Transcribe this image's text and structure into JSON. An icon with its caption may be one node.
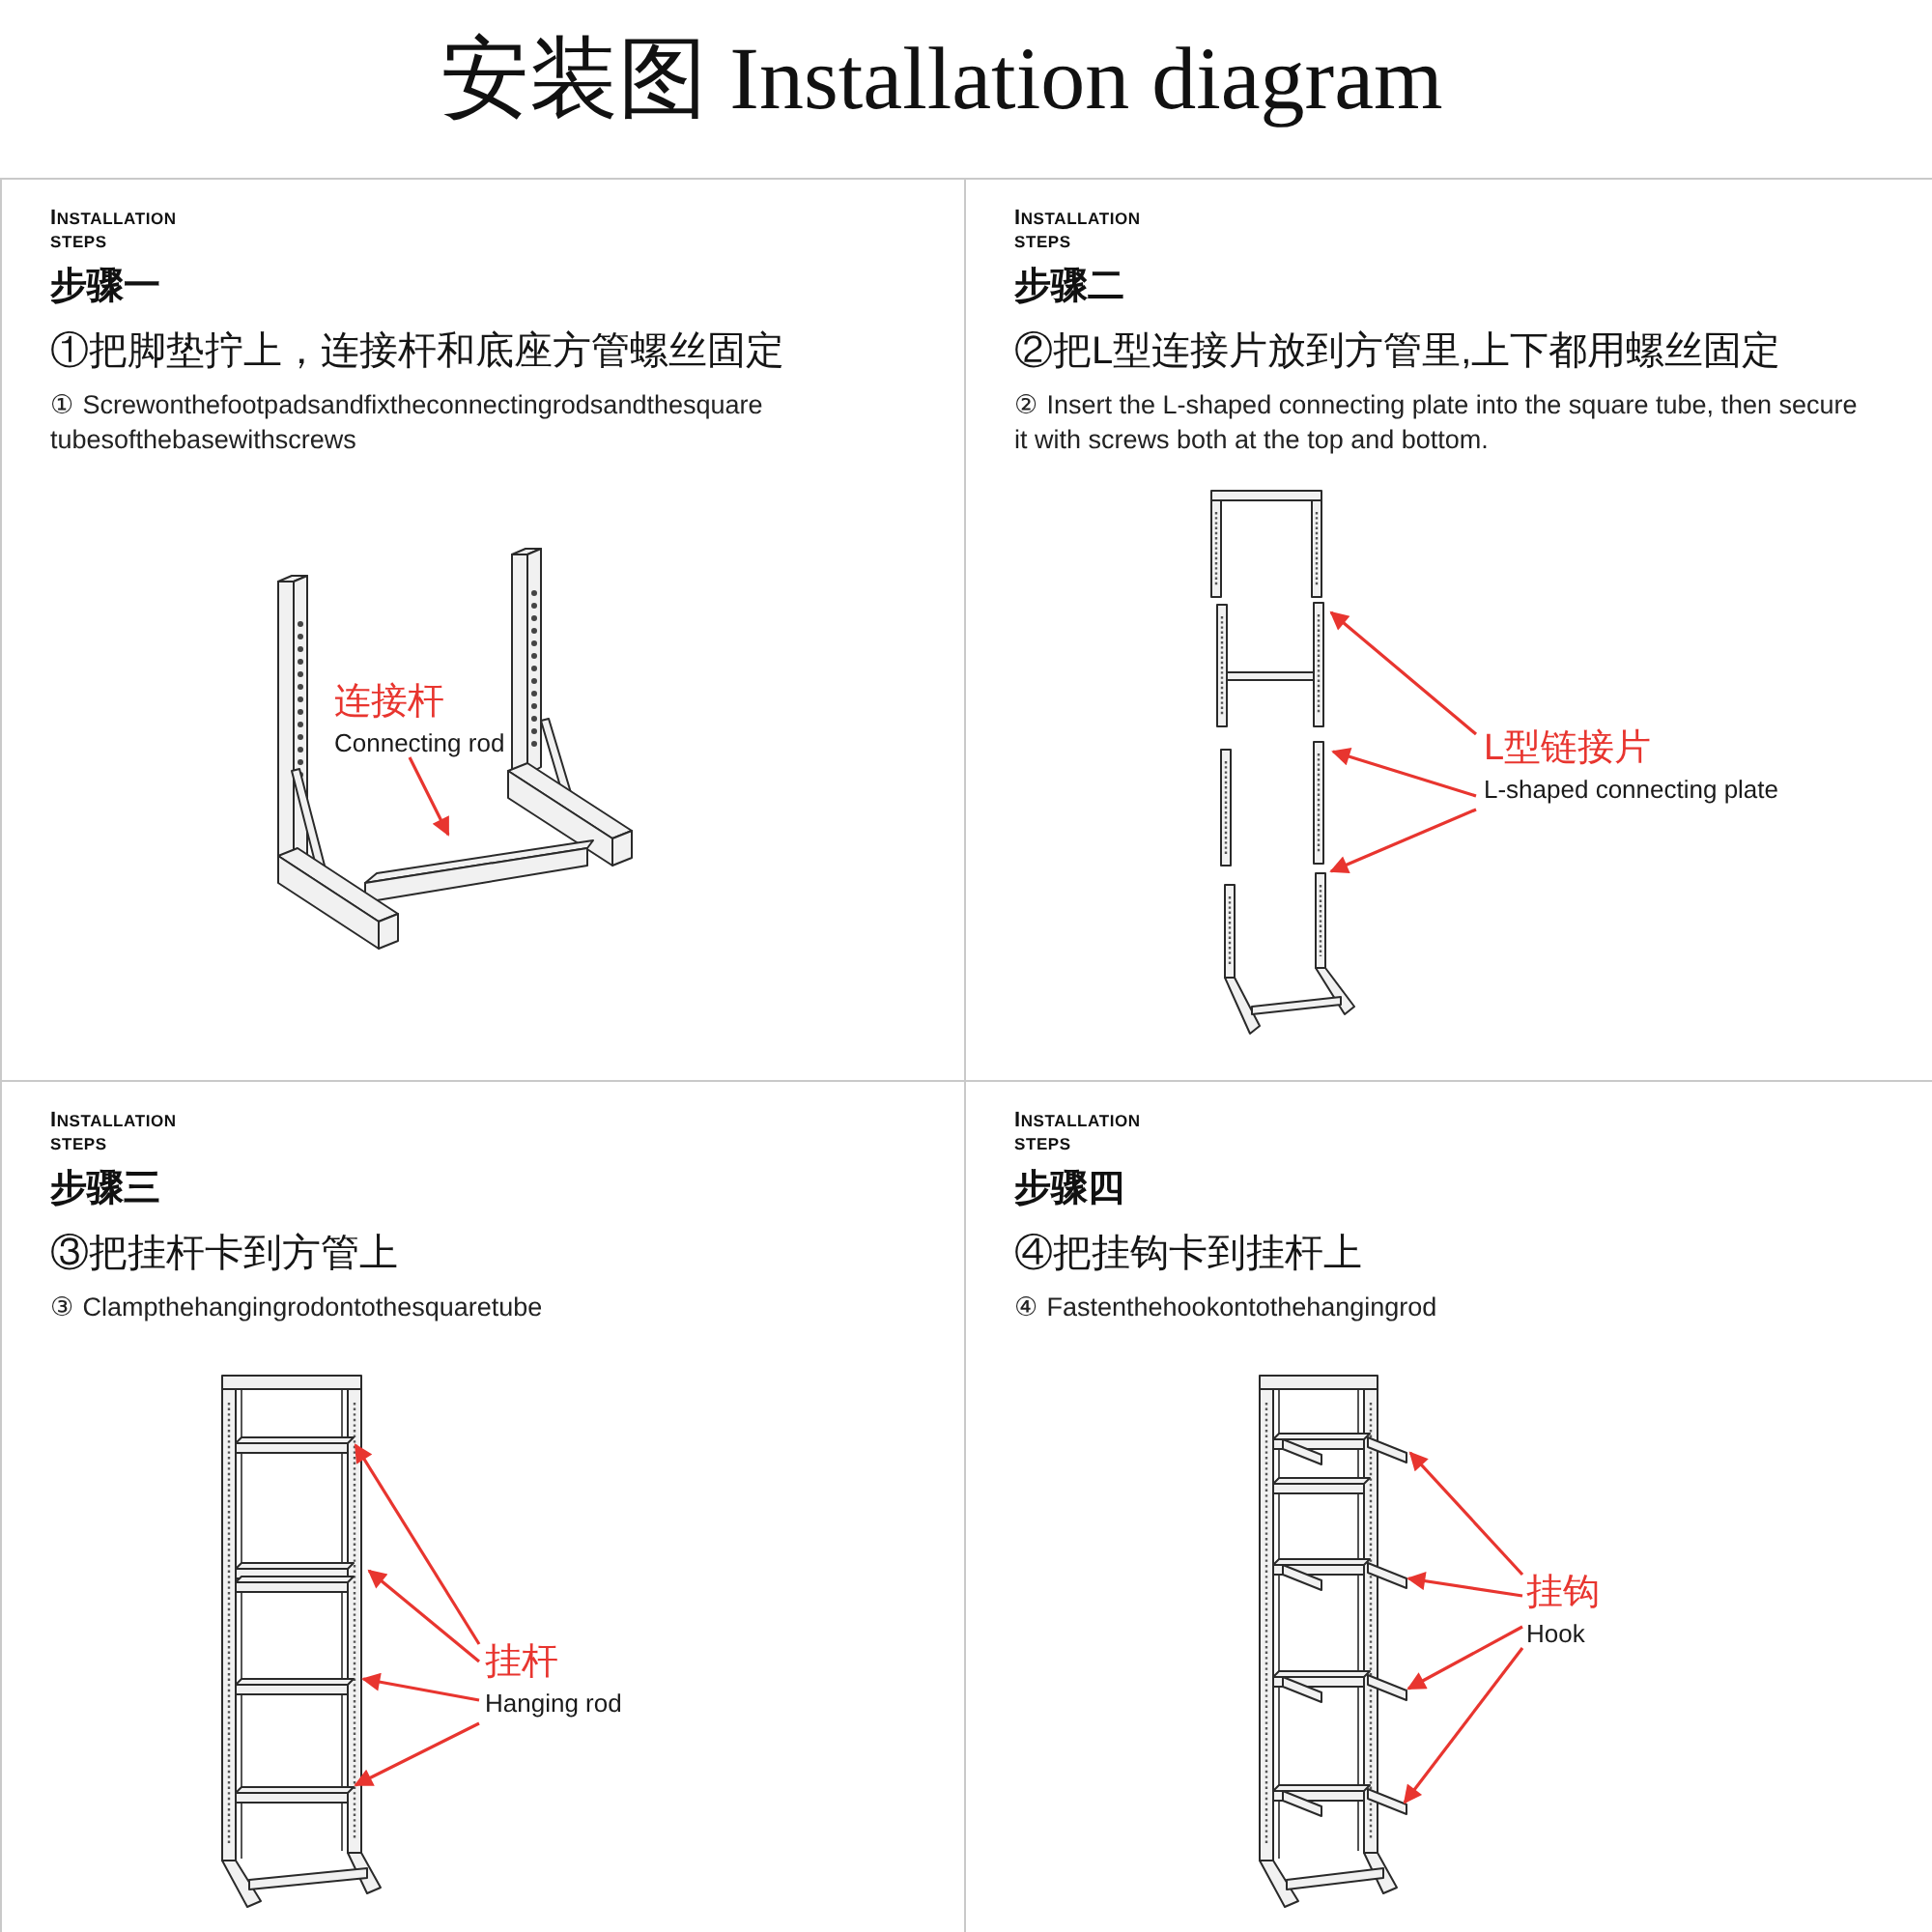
{
  "diagram": {
    "title": "安装图 Installation diagram",
    "nodes": [
      {
        "text": [
          "INSTALLATION STEPS",
          "步骤一",
          "①把脚垫拧上，连接杆和底座方管螺丝固定",
          "① Screwonthefootpadsandfixtheconnectingrodsandthesquare tubesofthebasewithscrews"
        ]
      },
      {
        "text": [
          "连接杆",
          "Connecting rod"
        ],
        "in": 0
      },
      {
        "text": [
          "INSTALLATION STEPS",
          "步骤二",
          "②把L型连接片放到方管里,上下都用螺丝固定",
          "② Insert the L-shaped connecting plate into the square tube, then secure it with screws both at the top and bottom."
        ]
      },
      {
        "text": [
          "L型链接片",
          "L-shaped connecting plate"
        ],
        "in": 2
      },
      {
        "text": [
          "INSTALLATION STEPS",
          "步骤三",
          "③把挂杆卡到方管上",
          "③ Clampthehangingrodontothesquaretube"
        ]
      },
      {
        "text": [
          "挂杆",
          "Hanging rod"
        ],
        "in": 4
      },
      {
        "text": [
          "INSTALLATION STEPS",
          "步骤四",
          "④把挂钩卡到挂杆上",
          "④ Fastenthehookontothehangingrod"
        ]
      },
      {
        "text": [
          "挂钩",
          "Hook"
        ],
        "in": 6
      }
    ],
    "edges": [
      {
        "from": 1,
        "to": null,
        "arrow": "to"
      },
      {
        "from": 3,
        "to": null,
        "arrow": "to"
      },
      {
        "from": 3,
        "to": null,
        "arrow": "to"
      },
      {
        "from": 3,
        "to": null,
        "arrow": "to"
      },
      {
        "from": 5,
        "to": null,
        "arrow": "to"
      },
      {
        "from": 5,
        "to": null,
        "arrow": "to"
      },
      {
        "from": 5,
        "to": null,
        "arrow": "to"
      },
      {
        "from": 5,
        "to": null,
        "arrow": "to"
      },
      {
        "from": 7,
        "to": null,
        "arrow": "to"
      },
      {
        "from": 7,
        "to": null,
        "arrow": "to"
      },
      {
        "from": 7,
        "to": null,
        "arrow": "to"
      },
      {
        "from": 7,
        "to": null,
        "arrow": "to"
      }
    ]
  }
}
